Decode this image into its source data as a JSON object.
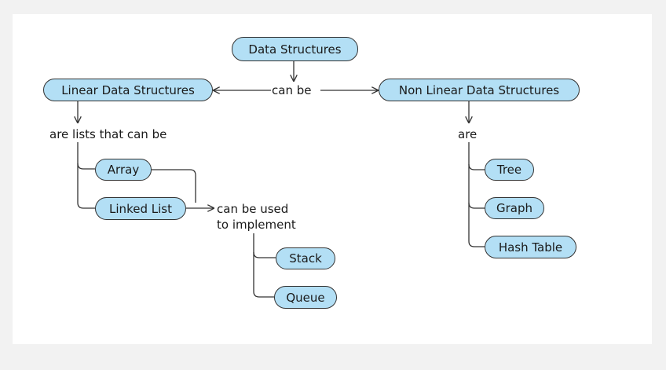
{
  "diagram": {
    "nodes": {
      "data_structures": "Data Structures",
      "linear": "Linear Data Structures",
      "non_linear": "Non Linear Data Structures",
      "array": "Array",
      "linked_list": "Linked List",
      "stack": "Stack",
      "queue": "Queue",
      "tree": "Tree",
      "graph": "Graph",
      "hash_table": "Hash Table"
    },
    "links": {
      "can_be": "can be",
      "are_lists": "are lists that can be",
      "are": "are",
      "can_be_used_line1": "can be used",
      "can_be_used_line2": "to implement"
    },
    "colors": {
      "node_fill": "#b3dff5",
      "node_border": "#333333",
      "line": "#333333",
      "text": "#1a1a1a"
    }
  }
}
